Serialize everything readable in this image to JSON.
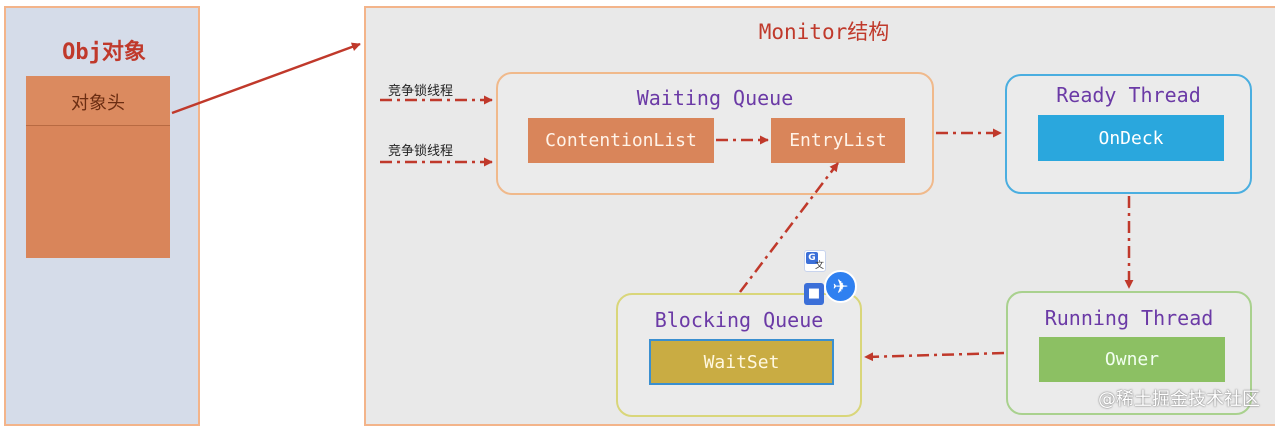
{
  "obj": {
    "title": "Obj对象",
    "header": "对象头"
  },
  "monitor": {
    "title": "Monitor结构",
    "incoming_labels": [
      "竞争锁线程",
      "竞争锁线程"
    ],
    "waiting_queue": {
      "label": "Waiting Queue",
      "contention_list": "ContentionList",
      "entry_list": "EntryList"
    },
    "ready_thread": {
      "label": "Ready Thread",
      "on_deck": "OnDeck"
    },
    "running_thread": {
      "label": "Running Thread",
      "owner": "Owner"
    },
    "blocking_queue": {
      "label": "Blocking Queue",
      "wait_set": "WaitSet"
    }
  },
  "overlay_icons": [
    "translate-icon",
    "book-icon",
    "airplane-icon"
  ],
  "watermark": "@稀土掘金技术社区",
  "colors": {
    "arrow": "#c0392b",
    "title_red": "#c0392b",
    "group_label": "#6b3aa6",
    "orange_box": "#d9855a",
    "blue_box": "#2aa7dd",
    "green_box": "#8cc063",
    "gold_box": "#c9ac43"
  }
}
